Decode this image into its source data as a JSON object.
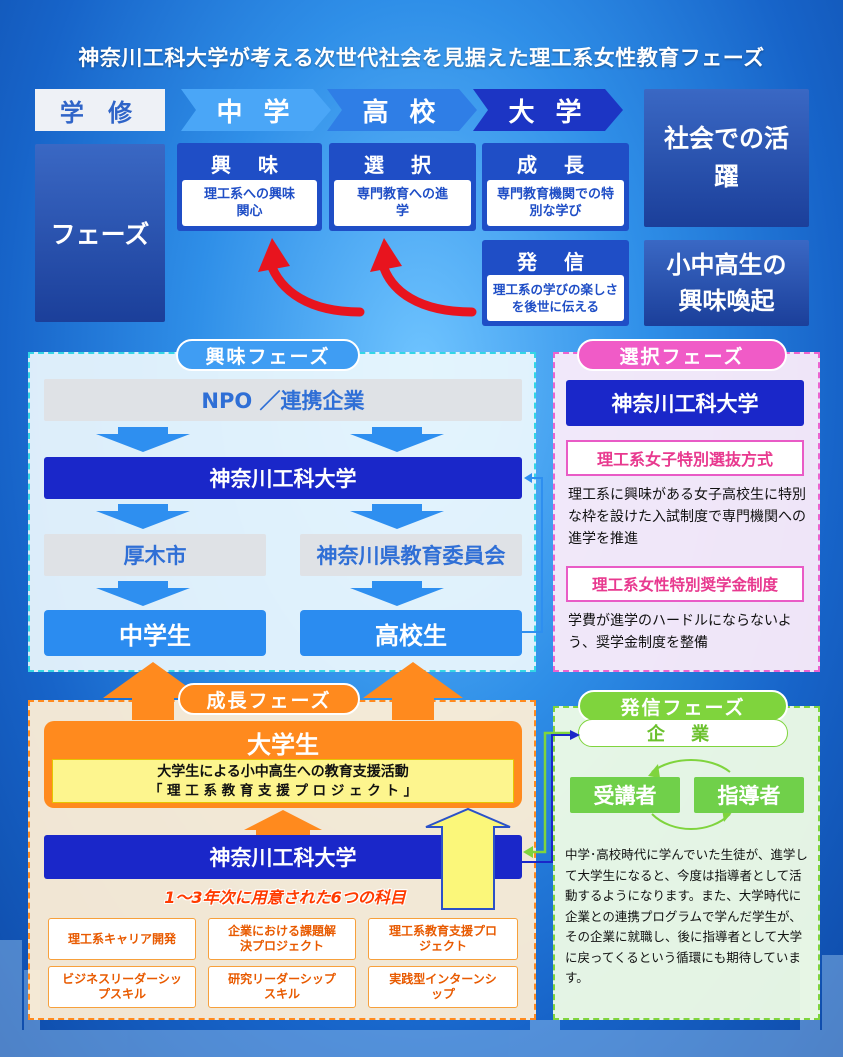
{
  "title": "神奈川工科大学が考える次世代社会を見据えた理工系女性教育フェーズ",
  "header": {
    "label": "学 修",
    "stages": [
      "中 学",
      "高 校",
      "大 学"
    ],
    "society": "社会での活躍",
    "phase_label": "フェーズ",
    "awaken": "小中高生の興味喚起"
  },
  "phases": [
    {
      "title": "興 味",
      "desc": "理工系への興味関心"
    },
    {
      "title": "選 択",
      "desc": "専門教育への進学"
    },
    {
      "title": "成 長",
      "desc": "専門教育機関での特別な学び"
    },
    {
      "title": "発 信",
      "desc": "理工系の学びの楽しさを後世に伝える"
    }
  ],
  "interest": {
    "label": "興味フェーズ",
    "npo": "NPO ／連携企業",
    "university": "神奈川工科大学",
    "city": "厚木市",
    "board": "神奈川県教育委員会",
    "jhs": "中学生",
    "hs": "高校生"
  },
  "select": {
    "label": "選択フェーズ",
    "university": "神奈川工科大学",
    "exam_title": "理工系女子特別選抜方式",
    "exam_desc": "理工系に興味がある女子高校生に特別な枠を設けた入試制度で専門機関への進学を推進",
    "scholar_title": "理工系女性特別奨学金制度",
    "scholar_desc": "学費が進学のハードルにならないよう、奨学金制度を整備"
  },
  "growth": {
    "label": "成長フェーズ",
    "student": "大学生",
    "activity_line1": "大学生による小中高生への教育支援活動",
    "activity_line2": "「 理 工 系 教 育 支 援 プ ロ ジ ェ ク ト 」",
    "university": "神奈川工科大学",
    "courses_title": "1～3年次に用意された6つの科目",
    "courses": [
      "理工系キャリア開発",
      "企業における課題解決プロジェクト",
      "理工系教育支援プロジェクト",
      "ビジネスリーダーシップスキル",
      "研究リーダーシップスキル",
      "実践型インターンシップ"
    ]
  },
  "send": {
    "label": "発信フェーズ",
    "company": "企 業",
    "learner": "受講者",
    "instructor": "指導者",
    "desc": "中学･高校時代に学んでいた生徒が、進学して大学生になると、今度は指導者として活動するようになります。また、大学時代に企業との連携プログラムで学んだ学生が、その企業に就職し、後に指導者として大学に戻ってくるという循環にも期待しています。"
  },
  "colors": {
    "navy": "#1a27c9",
    "cyan_dash": "#33d6e6",
    "pink_dash": "#ec63d0",
    "orange": "#ff8a1e",
    "green": "#7fd43d"
  }
}
